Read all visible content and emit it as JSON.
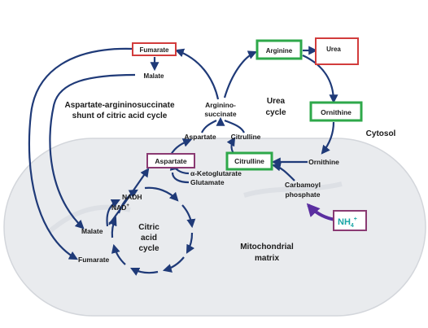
{
  "colors": {
    "arrow": "#1f3a78",
    "urea_box": "#d23c3c",
    "cycle_box": "#2ea84a",
    "aspartate_box": "#8a3a72",
    "nh4_text": "#1aa6a6",
    "nh4_arrow": "#5a2ea0",
    "mitochondria_fill": "#e9ebee"
  },
  "labels": {
    "fumarate_top": "Fumarate",
    "malate_top": "Malate",
    "shunt_line1": "Aspartate-argininosuccinate",
    "shunt_line2": "shunt of citric acid cycle",
    "argininosuccinate_line1": "Arginino-",
    "argininosuccinate_line2": "succinate",
    "aspartate_top": "Aspartate",
    "citrulline_top": "Citrulline",
    "urea_cycle_line1": "Urea",
    "urea_cycle_line2": "cycle",
    "arginine": "Arginine",
    "urea": "Urea",
    "ornithine_top": "Ornithine",
    "cytosol": "Cytosol",
    "aspartate_box": "Aspartate",
    "alpha_ketoglutarate": "α-Ketoglutarate",
    "glutamate": "Glutamate",
    "citrulline_box": "Citrulline",
    "ornithine_mito": "Ornithine",
    "carbamoyl_line1": "Carbamoyl",
    "carbamoyl_line2": "phosphate",
    "nh4_base": "NH",
    "nh4_sub": "4",
    "nh4_sup": "+",
    "nadh": "NADH",
    "nad_base": "NAD",
    "nad_sup": "+",
    "malate_cycle": "Malate",
    "fumarate_cycle": "Fumarate",
    "citric_line1": "Citric",
    "citric_line2": "acid",
    "citric_line3": "cycle",
    "mito_line1": "Mitochondrial",
    "mito_line2": "matrix"
  }
}
